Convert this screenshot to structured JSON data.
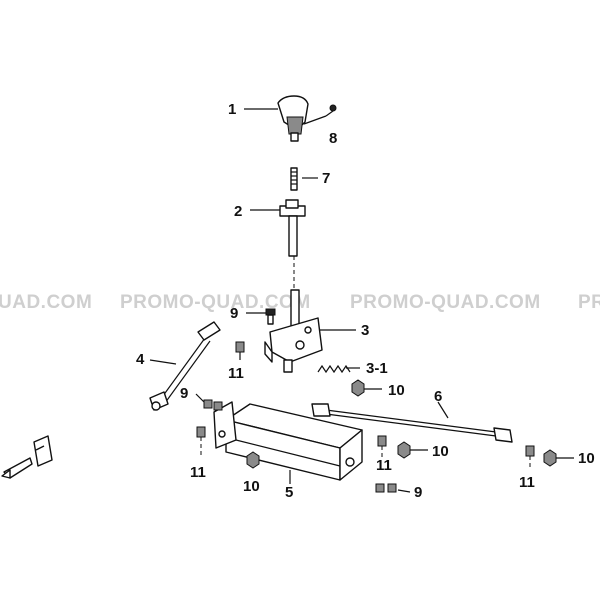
{
  "watermark": {
    "left": "UAD.COM",
    "center": "PROMO-QUAD.COM",
    "right": "PROMO-QUAD.COM",
    "edge": "PR"
  },
  "callouts": {
    "p1": "1",
    "p8": "8",
    "p7": "7",
    "p2": "2",
    "p9a": "9",
    "p3": "3",
    "p4": "4",
    "p11a": "11",
    "p3_1": "3-1",
    "p10a": "10",
    "p6": "6",
    "p9b": "9",
    "p11b": "11",
    "p10b": "10",
    "p10c": "10",
    "p11c": "11",
    "p10d": "10",
    "p11d": "11",
    "p5": "5",
    "p9c": "9"
  },
  "icons": {
    "front_indicator": "front-arrow-icon"
  }
}
